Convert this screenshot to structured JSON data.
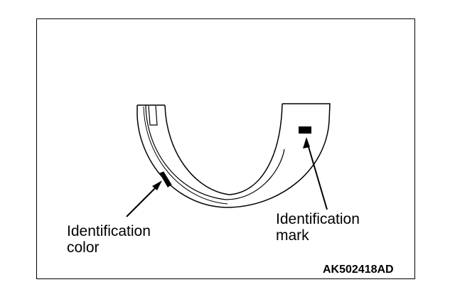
{
  "labels": {
    "identification_color": [
      "Identification",
      "color"
    ],
    "identification_mark": [
      "Identification",
      "mark"
    ]
  },
  "figure_code": "AK502418AD"
}
